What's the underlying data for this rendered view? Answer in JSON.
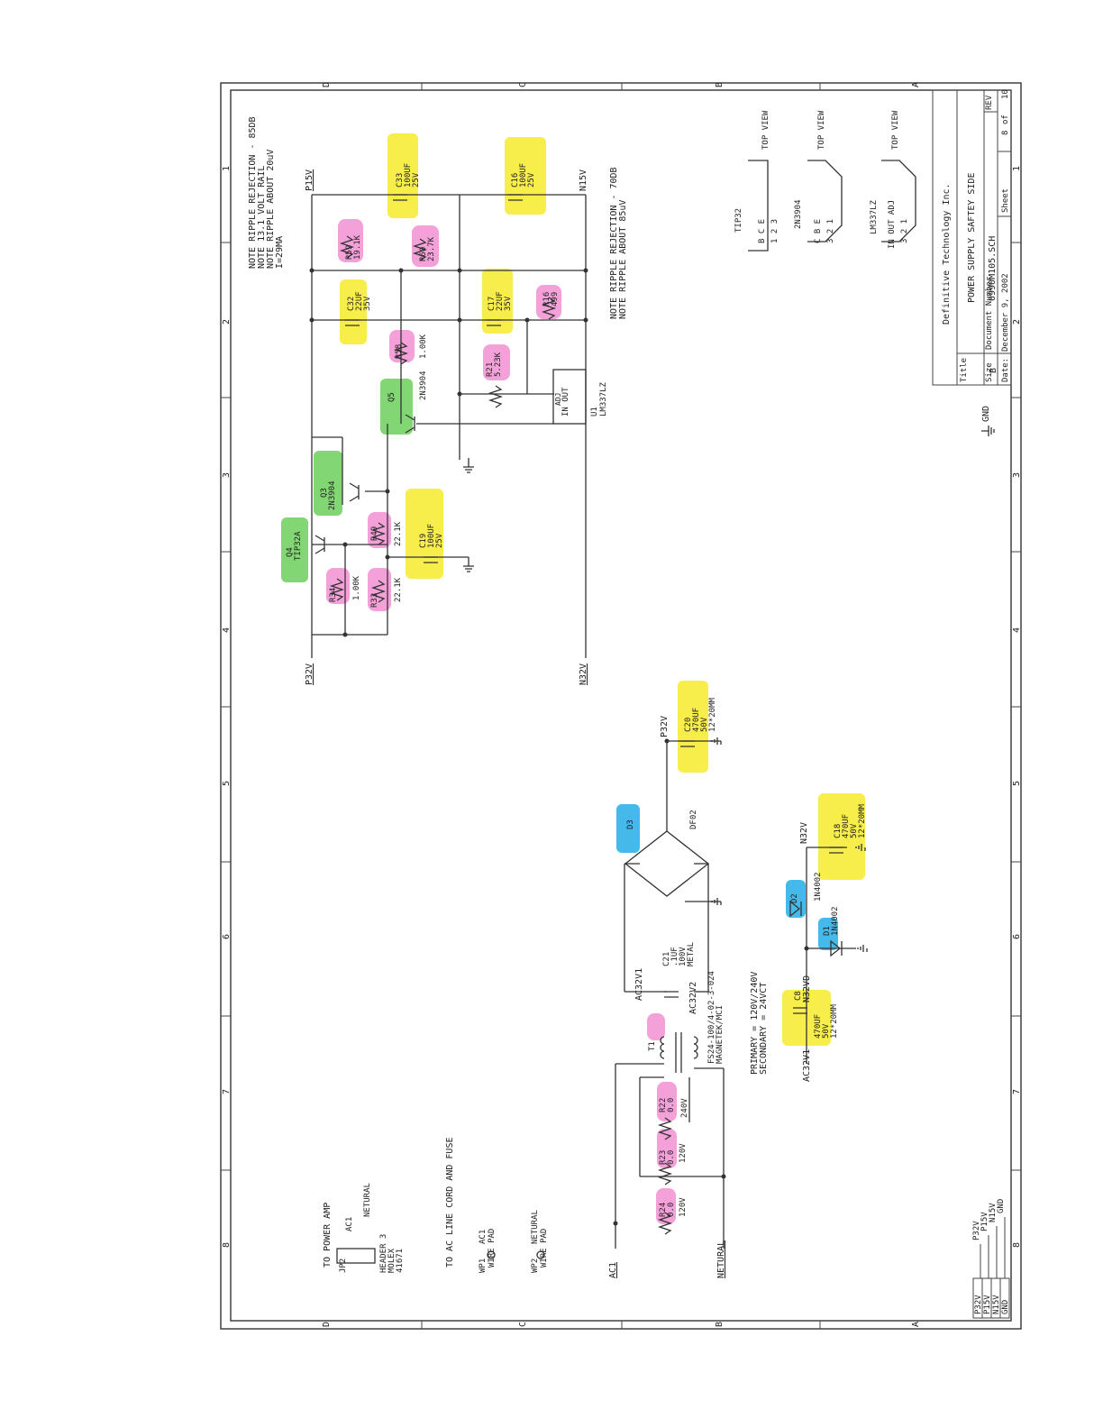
{
  "border": {
    "rows": [
      "D",
      "C",
      "B",
      "A"
    ],
    "cols": [
      "1",
      "2",
      "3",
      "4",
      "5",
      "6",
      "7",
      "8"
    ]
  },
  "notes": {
    "top1": "NOTE RIPPLE REJECTION - 85DB",
    "top2": "NOTE 13.1 VOLT RAIL",
    "top3": "NOTE RIPPLE ABOUT 20uV",
    "top4": "I=29MA",
    "mid1": "NOTE RIPPLE REJECTION - 70DB",
    "mid2": "NOTE RIPPLE ABOUT 85uV",
    "primary": "PRIMARY = 120V/240V",
    "secondary": "SECONDARY = 24VCT",
    "to_amp": "TO POWER AMP",
    "to_ac": "TO AC LINE CORD AND FUSE"
  },
  "nets": {
    "p15v": "P15V",
    "n15v": "N15V",
    "p32v": "P32V",
    "n32v": "N32V",
    "p32v_b": "P32V",
    "n32v_b": "N32V",
    "ac1": "AC1",
    "netural": "NETURAL",
    "ac32v1": "AC32V1",
    "ac32v2": "AC32V2",
    "ac32v1_b": "AC32V1",
    "n32vd": "N32VD",
    "gnd": "GND"
  },
  "components": {
    "c33": [
      "C33",
      "100UF",
      "25V"
    ],
    "c16": [
      "C16",
      "100UF",
      "25V"
    ],
    "c32": [
      "C32",
      "22UF",
      "35V"
    ],
    "c17": [
      "C17",
      "22UF",
      "35V"
    ],
    "c19": [
      "C19",
      "100UF",
      "25V"
    ],
    "c20": [
      "C20",
      "470UF",
      "50V",
      "12*20MM"
    ],
    "c18": [
      "C18",
      "470UF",
      "50V",
      "12*20MM"
    ],
    "c8": [
      "C8",
      "470UF",
      "50V",
      "12*20MM"
    ],
    "c21": [
      "C21",
      ".1UF",
      "100V",
      "METAL"
    ],
    "r59": [
      "R59",
      "19.1K"
    ],
    "r60": [
      "R60",
      "23.7K"
    ],
    "r58": [
      "R58",
      "1.00K"
    ],
    "r21": [
      "R21",
      "5.23K"
    ],
    "r16": [
      "R16",
      "499"
    ],
    "r49": [
      "R49",
      "22.1K"
    ],
    "r34": [
      "R34",
      "1.00K"
    ],
    "r33": [
      "R33",
      "22.1K"
    ],
    "r22": [
      "R22",
      "0.0",
      "240V"
    ],
    "r23": [
      "R23",
      "0.0",
      "120V"
    ],
    "r24": [
      "R24",
      "0.0",
      "120V"
    ],
    "q3": [
      "Q3",
      "2N3904"
    ],
    "q4": [
      "Q4",
      "TIP32A"
    ],
    "q5": [
      "Q5",
      "2N3904"
    ],
    "u1": [
      "U1",
      "LM337LZ",
      "IN OUT",
      "ADJ"
    ],
    "d3": [
      "D3",
      "DF02"
    ],
    "d2": [
      "D2",
      "1N4002"
    ],
    "d1": [
      "D1",
      "1N4002"
    ],
    "t1": [
      "T1",
      "FS24-100/4-02-3-024",
      "MAGNETEK/MCI"
    ],
    "jp2": [
      "JP2",
      "AC1",
      "NETURAL",
      "HEADER 3",
      "MOLEX",
      "41671"
    ],
    "wp1": [
      "WP1",
      "AC1",
      "WIRE PAD"
    ],
    "wp2": [
      "WP2",
      "NETURAL",
      "WIRE PAD"
    ]
  },
  "pinouts": {
    "tip32": [
      "TIP32",
      "B C E",
      "1 2 3",
      "TOP VIEW"
    ],
    "n2n3904": [
      "2N3904",
      "C B E",
      "3 2 1",
      "TOP VIEW"
    ],
    "lm337": [
      "LM337LZ",
      "IN OUT ADJ",
      "3 2 1",
      "TOP VIEW"
    ]
  },
  "legend": [
    "P32V",
    "P15V",
    "N15V",
    "GND"
  ],
  "title_block": {
    "company": "Definitive Technology Inc.",
    "title_label": "Title",
    "title": "POWER SUPPLY SAFTEY SIDE",
    "size_label": "Size",
    "size": "B",
    "docnum_label": "Document Number",
    "docnum": "0990M105.SCH",
    "rev_label": "REV",
    "rev": "",
    "date_label": "Date:",
    "date": "December 9, 2002",
    "sheet_label": "Sheet",
    "sheet": "8",
    "of_label": "of",
    "of": "10"
  }
}
